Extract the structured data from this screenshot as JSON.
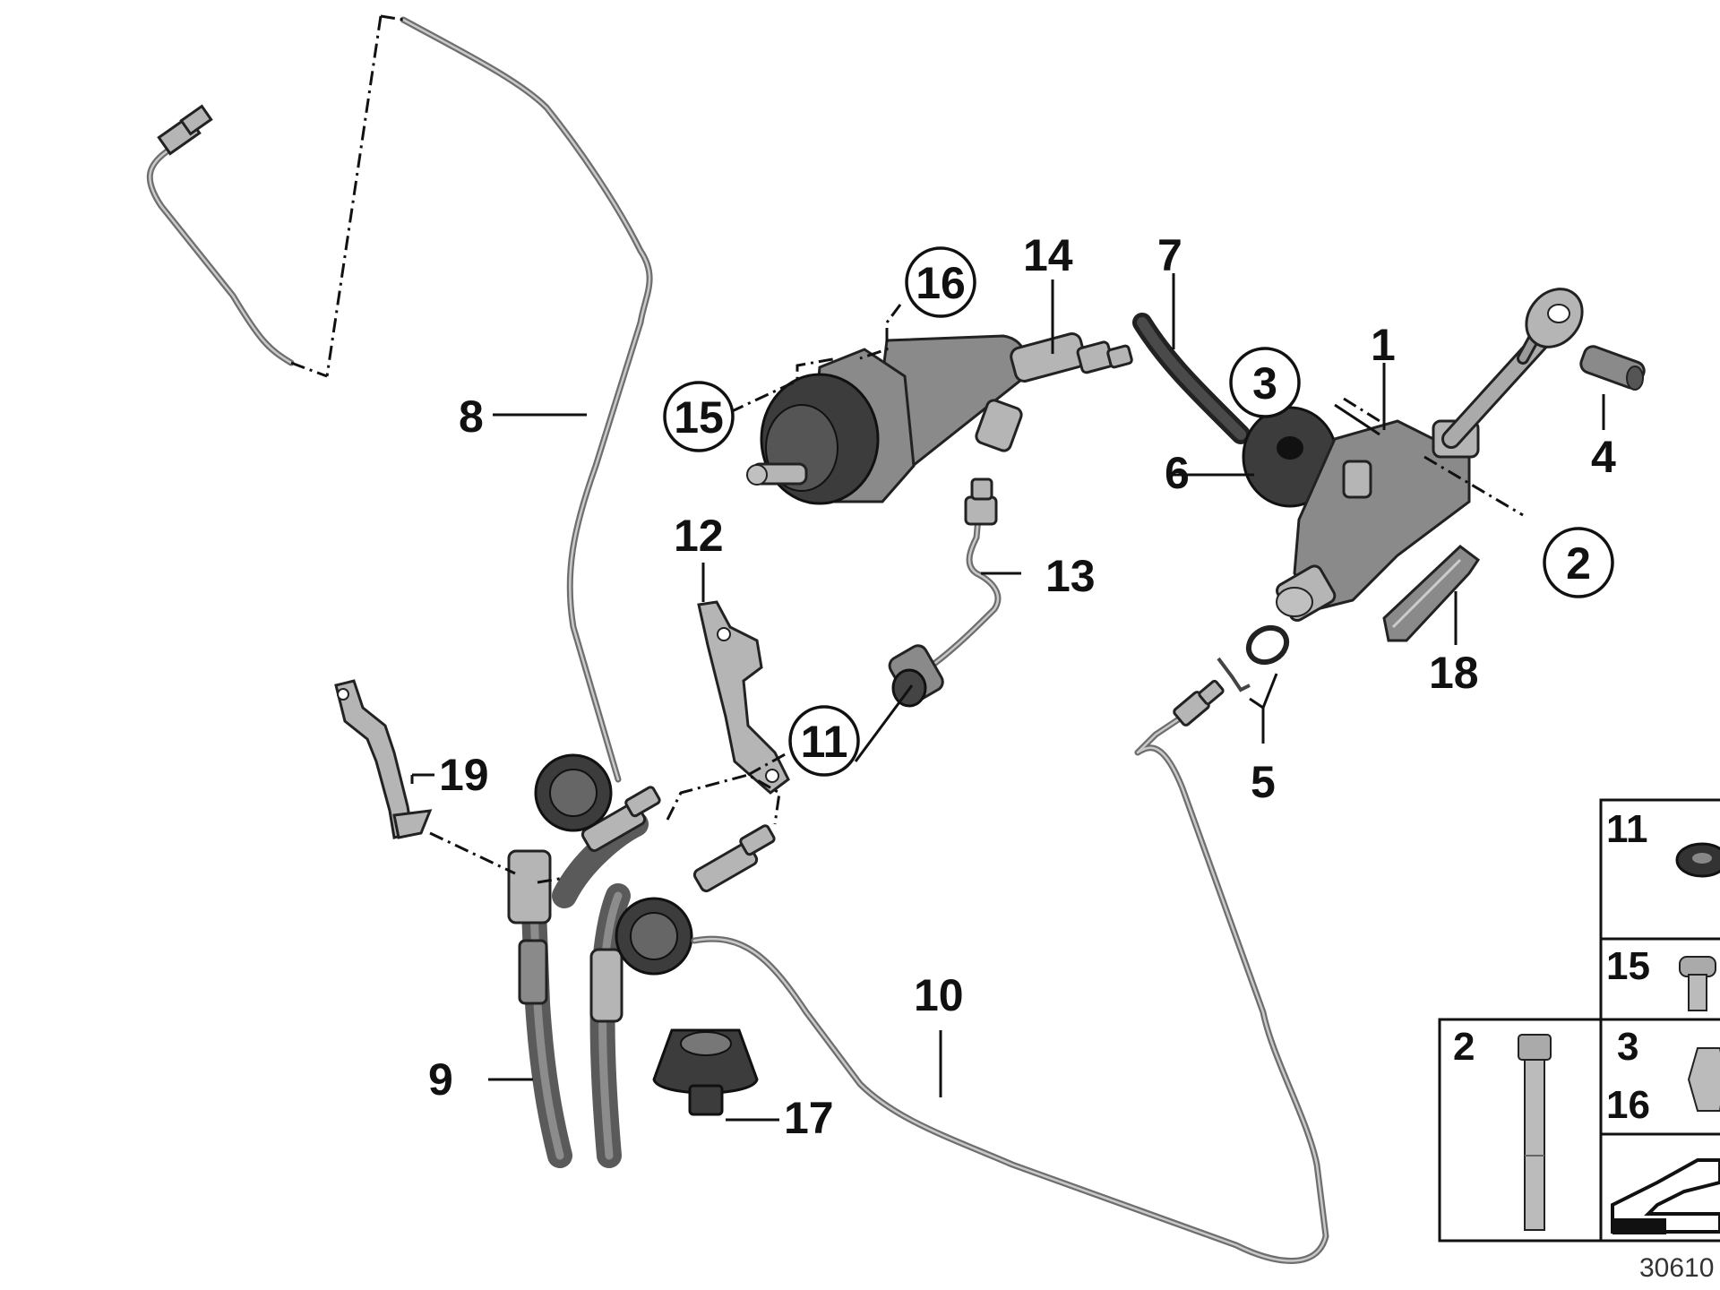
{
  "diagram_code": "30610",
  "callouts": {
    "c1": "1",
    "c2": "2",
    "c3": "3",
    "c4": "4",
    "c5": "5",
    "c6": "6",
    "c7": "7",
    "c8": "8",
    "c9": "9",
    "c10": "10",
    "c11": "11",
    "c12": "12",
    "c13": "13",
    "c14": "14",
    "c15": "15",
    "c16": "16",
    "c17": "17",
    "c18": "18",
    "c19": "19"
  },
  "legend": {
    "item_11": "11",
    "item_15": "15",
    "item_2": "2",
    "item_3": "3",
    "item_16": "16"
  },
  "colors": {
    "part_grey": "#8a8a8a",
    "line": "#111111",
    "background": "#ffffff"
  }
}
